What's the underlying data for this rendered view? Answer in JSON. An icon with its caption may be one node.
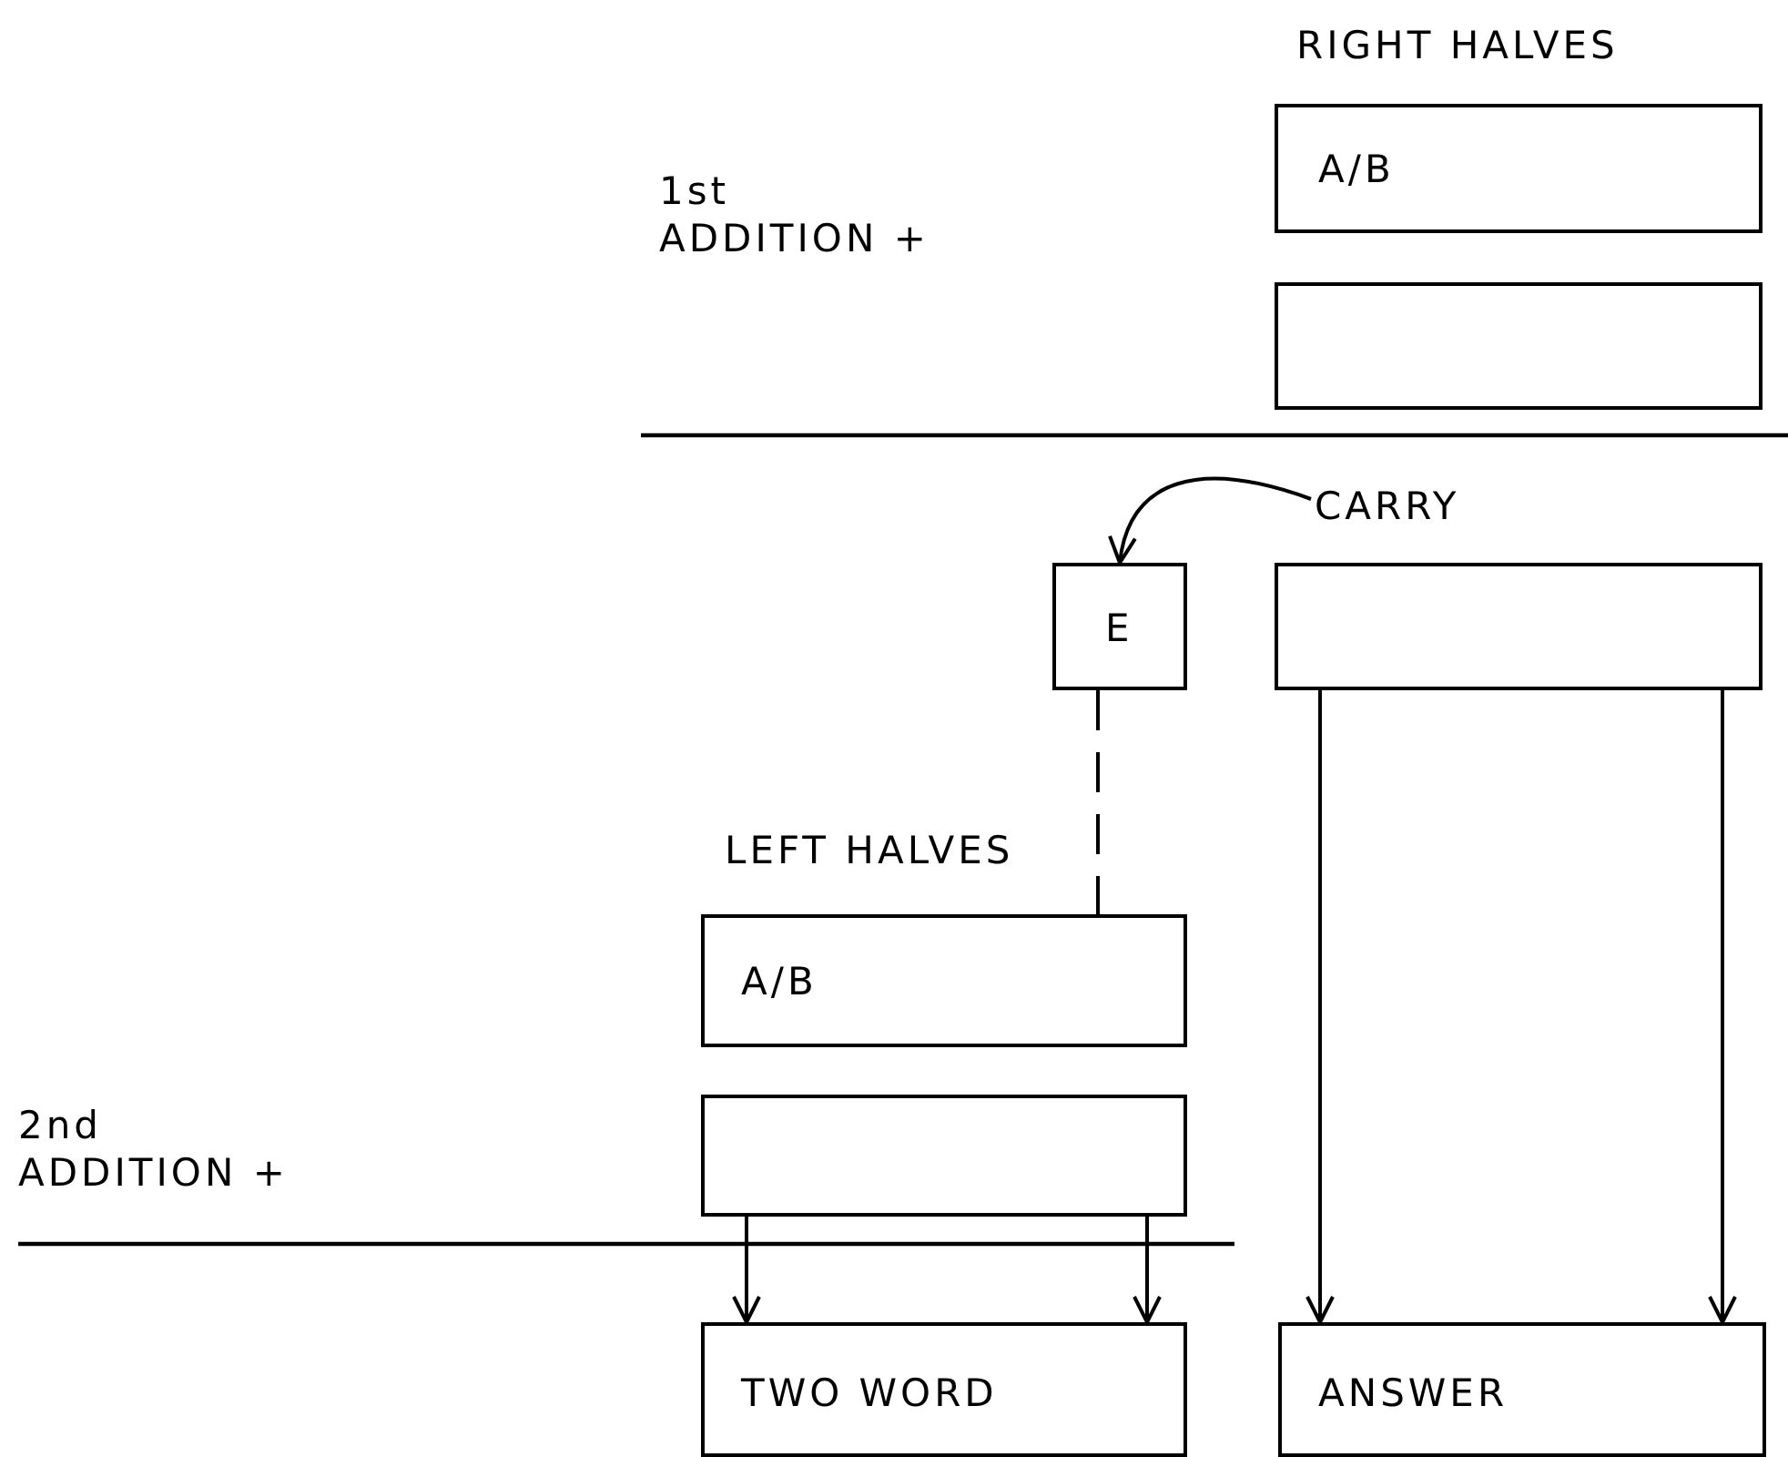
{
  "diagram": {
    "nodes": [
      {
        "text": [
          "A/B"
        ]
      },
      {
        "text": [],
        "shape": "box"
      },
      {
        "text": [
          "CARRY"
        ]
      },
      {
        "text": [
          "E"
        ]
      },
      {
        "text": [],
        "shape": "box"
      },
      {
        "text": [
          "A/B"
        ]
      },
      {
        "text": [],
        "shape": "box"
      },
      {
        "text": [
          "TWO WORD"
        ]
      },
      {
        "text": [
          "ANSWER"
        ]
      }
    ],
    "edges": [
      {
        "from": 2,
        "to": 3,
        "arrow": "to"
      },
      {
        "from": 3,
        "to": 5,
        "arrow": "none",
        "style": "dashed"
      },
      {
        "from": 6,
        "to": 7,
        "arrow": "to"
      },
      {
        "from": 6,
        "to": 7,
        "arrow": "to"
      },
      {
        "from": 4,
        "to": 8,
        "arrow": "to"
      },
      {
        "from": 4,
        "to": 8,
        "arrow": "to"
      }
    ],
    "labels": [
      "RIGHT HALVES",
      "1st ADDITION +",
      "LEFT HALVES",
      "2nd ADDITION +"
    ]
  }
}
